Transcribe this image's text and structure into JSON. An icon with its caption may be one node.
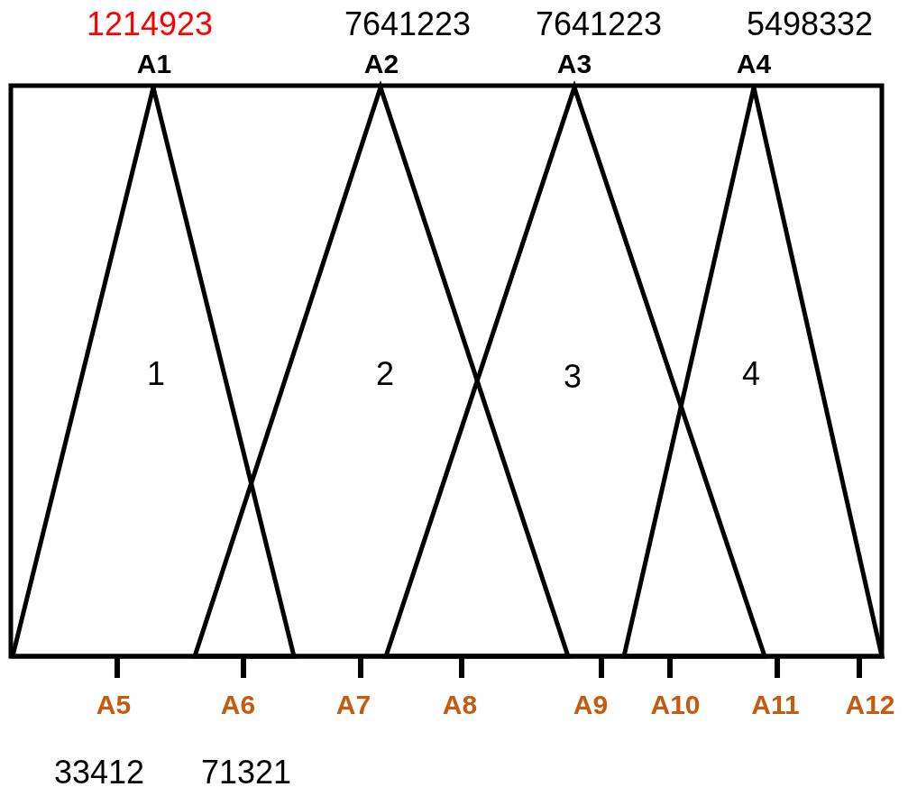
{
  "diagram": {
    "nodes": [
      {
        "text": [
          "1"
        ]
      },
      {
        "text": [
          "2"
        ]
      },
      {
        "text": [
          "3"
        ]
      },
      {
        "text": [
          "4"
        ]
      }
    ],
    "labels": [
      "1214923",
      "7641223",
      "7641223",
      "5498332",
      "A1",
      "A2",
      "A3",
      "A4",
      "A5",
      "A6",
      "A7",
      "A8",
      "A9",
      "A10",
      "A11",
      "A12",
      "33412",
      "71321"
    ]
  }
}
